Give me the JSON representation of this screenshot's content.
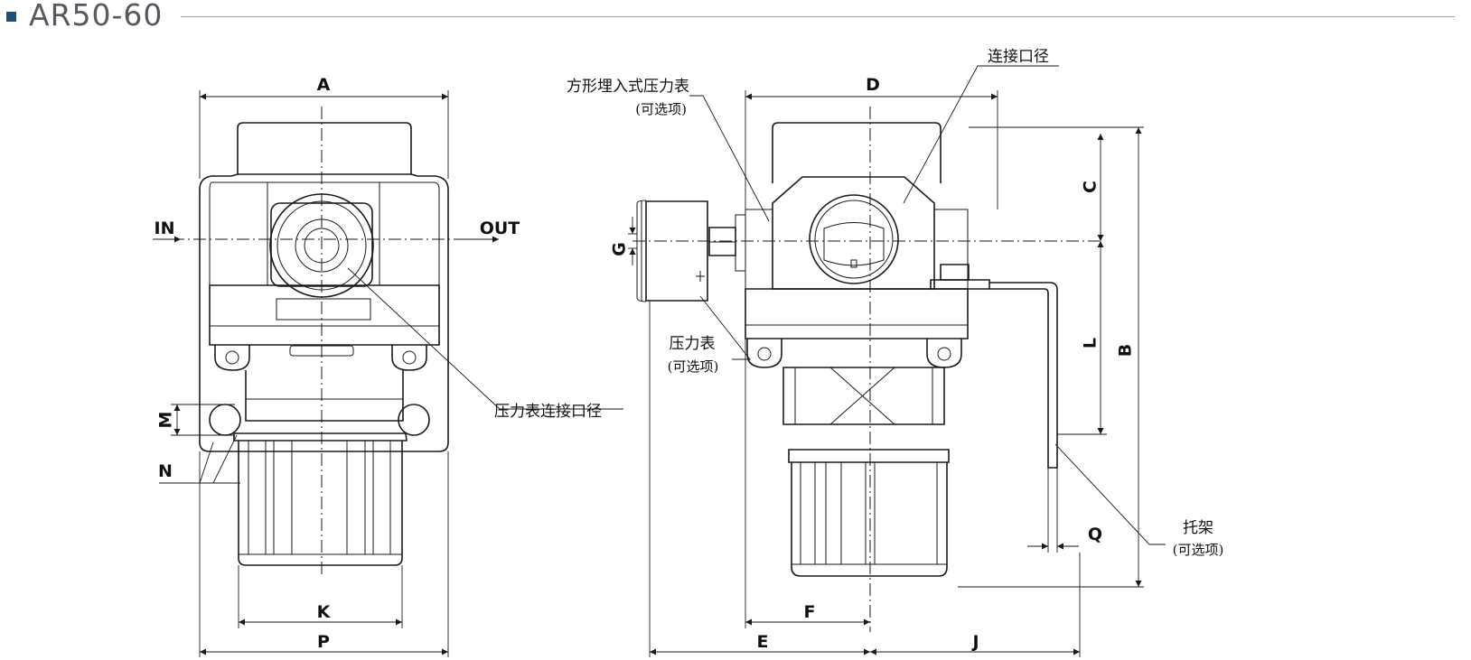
{
  "header": {
    "title": "AR50-60"
  },
  "dimensions": {
    "A": "A",
    "B": "B",
    "C": "C",
    "D": "D",
    "E": "E",
    "F": "F",
    "G": "G",
    "J": "J",
    "K": "K",
    "L": "L",
    "M": "M",
    "N": "N",
    "P": "P",
    "Q": "Q"
  },
  "ports": {
    "in": "IN",
    "out": "OUT"
  },
  "callouts": {
    "gauge_port": "压力表连接口径",
    "connection_port": "连接口径",
    "square_gauge": "方形埋入式压力表",
    "square_gauge_optional": "(可选项)",
    "pressure_gauge": "压力表",
    "pressure_gauge_optional": "(可选项)",
    "bracket": "托架",
    "bracket_optional": "(可选项)"
  }
}
